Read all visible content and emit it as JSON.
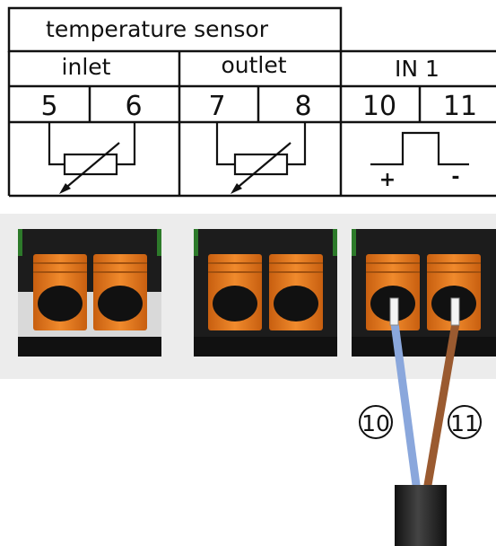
{
  "labels": {
    "header": "temperature sensor",
    "groups": [
      {
        "name": "inlet",
        "terminals": [
          "5",
          "6"
        ],
        "symbol": "thermistor"
      },
      {
        "name": "outlet",
        "terminals": [
          "7",
          "8"
        ],
        "symbol": "thermistor"
      },
      {
        "name": "IN 1",
        "terminals": [
          "10",
          "11"
        ],
        "symbol": "pulse-input"
      }
    ],
    "pulse_polarity": {
      "plus": "+",
      "minus": "-"
    }
  },
  "wire_markers": [
    "10",
    "11"
  ],
  "colors": {
    "line": "#111111",
    "terminal_housing": "#1c1c1c",
    "clamp_orange": "#e0741b",
    "pcb_green": "#2d7a2a",
    "board_background": "#ececec",
    "wire_blue": "#8aa7dc",
    "wire_brown": "#9a5a30",
    "cable_black": "#1a1a1a"
  }
}
